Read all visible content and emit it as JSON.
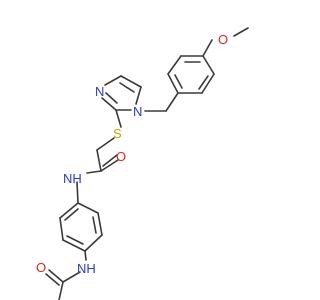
{
  "atoms": {
    "methoxy_o": {
      "text": "O",
      "color": "#e0291a"
    },
    "imidazole_n1": {
      "text": "N",
      "color": "#2b3bd6"
    },
    "imidazole_n3": {
      "text": "N",
      "color": "#2b3bd6"
    },
    "thioether_s": {
      "text": "S",
      "color": "#c8a400"
    },
    "amide_nh": {
      "text": "NH",
      "color": "#2b3bd6"
    },
    "amide_o": {
      "text": "O",
      "color": "#e0291a"
    },
    "acetamide_nh": {
      "text": "NH",
      "color": "#2b3bd6"
    },
    "acetamide_o": {
      "text": "O",
      "color": "#e0291a"
    }
  },
  "colors": {
    "bond": "#3a3a3a",
    "background": "#ffffff"
  }
}
